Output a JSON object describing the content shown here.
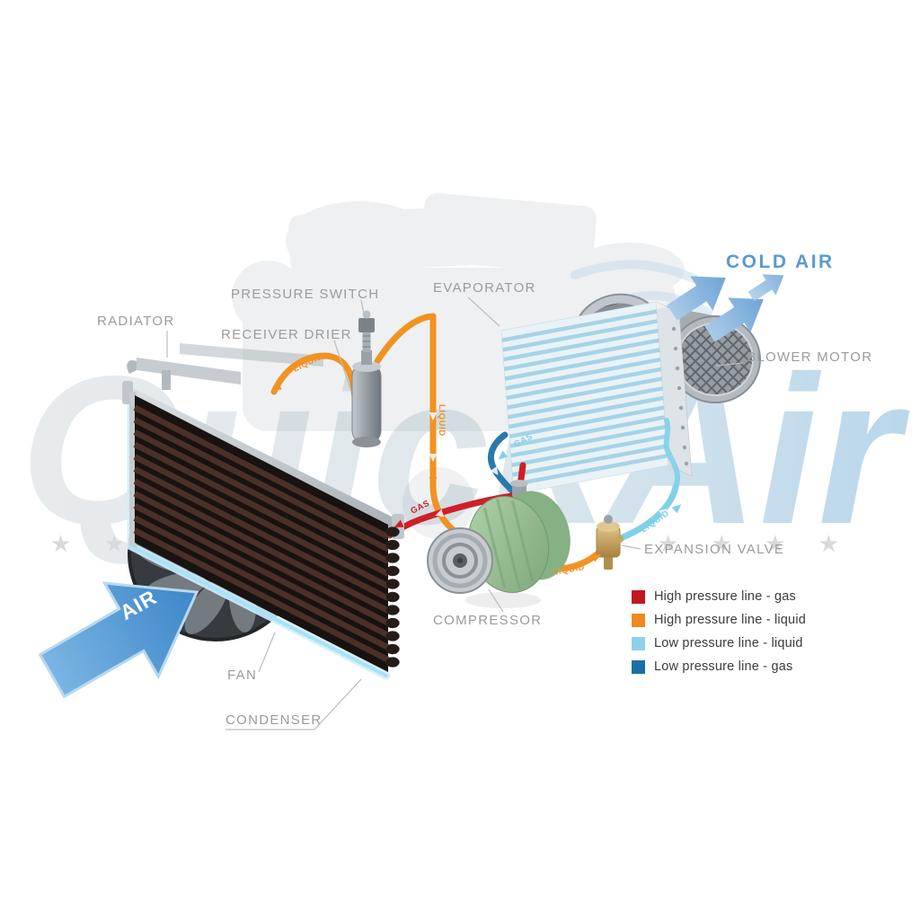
{
  "watermark": {
    "brand": "QuickAir",
    "stars_left": "★ ★ ★",
    "stars_right": "★  ★  ★  ★"
  },
  "flow": {
    "cold_air": "COLD AIR",
    "air": "AIR"
  },
  "components": {
    "radiator": "RADIATOR",
    "pressure_switch": "PRESSURE SWITCH",
    "receiver_drier": "RECEIVER DRIER",
    "evaporator": "EVAPORATOR",
    "blower_motor": "BLOWER MOTOR",
    "expansion_valve": "EXPANSION VALVE",
    "compressor": "COMPRESSOR",
    "fan": "FAN",
    "condenser": "CONDENSER"
  },
  "pipe_labels": {
    "condenser_to_drier": "LIQUID",
    "drier_down": "LIQUID",
    "to_expansion": "LIQUID",
    "expansion_to_evap": "LIQUID",
    "suction": "GAS",
    "discharge": "GAS"
  },
  "legend": {
    "items": [
      {
        "label": "High pressure line - gas",
        "color": "#c4161d"
      },
      {
        "label": "High pressure line - liquid",
        "color": "#f0891f"
      },
      {
        "label": "Low pressure line - liquid",
        "color": "#8ed2e6"
      },
      {
        "label": "Low pressure line -  gas",
        "color": "#1c6fa6"
      }
    ]
  },
  "colors": {
    "high_gas": "#cf1f26",
    "high_liquid": "#f29222",
    "low_liquid": "#7fd1e8",
    "low_gas": "#2a79ad",
    "label_gray": "#9b9b9b",
    "cold_air_blue": "#5b9ad2",
    "air_arrow_blue": "#4a97d6"
  }
}
